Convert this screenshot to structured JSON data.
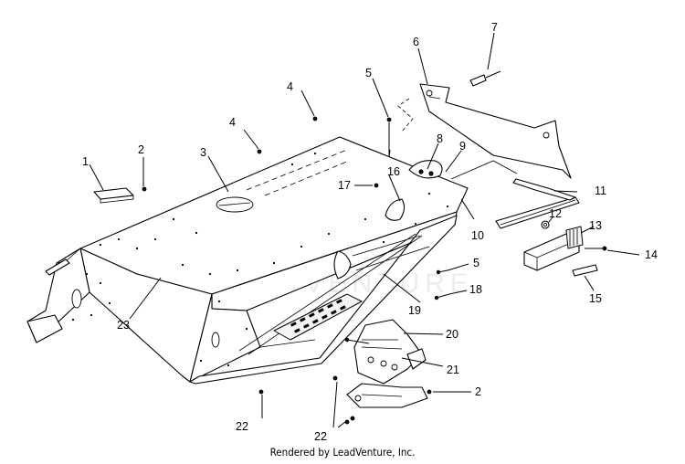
{
  "callouts": [
    {
      "id": "c1",
      "text": "1"
    },
    {
      "id": "c2a",
      "text": "2"
    },
    {
      "id": "c3",
      "text": "3"
    },
    {
      "id": "c4a",
      "text": "4"
    },
    {
      "id": "c4b",
      "text": "4"
    },
    {
      "id": "c5a",
      "text": "5"
    },
    {
      "id": "c6",
      "text": "6"
    },
    {
      "id": "c7",
      "text": "7"
    },
    {
      "id": "c8",
      "text": "8"
    },
    {
      "id": "c9",
      "text": "9"
    },
    {
      "id": "c16",
      "text": "16"
    },
    {
      "id": "c17",
      "text": "17"
    },
    {
      "id": "c11",
      "text": "11"
    },
    {
      "id": "c10",
      "text": "10"
    },
    {
      "id": "c12",
      "text": "12"
    },
    {
      "id": "c13",
      "text": "13"
    },
    {
      "id": "c14",
      "text": "14"
    },
    {
      "id": "c15",
      "text": "15"
    },
    {
      "id": "c5b",
      "text": "5"
    },
    {
      "id": "c18",
      "text": "18"
    },
    {
      "id": "c19",
      "text": "19"
    },
    {
      "id": "c20",
      "text": "20"
    },
    {
      "id": "c21",
      "text": "21"
    },
    {
      "id": "c2b",
      "text": "2"
    },
    {
      "id": "c22a",
      "text": "22"
    },
    {
      "id": "c22b",
      "text": "22"
    },
    {
      "id": "c23",
      "text": "23"
    }
  ],
  "watermark": "LEADVENTURE",
  "footer": "Rendered by LeadVenture, Inc."
}
